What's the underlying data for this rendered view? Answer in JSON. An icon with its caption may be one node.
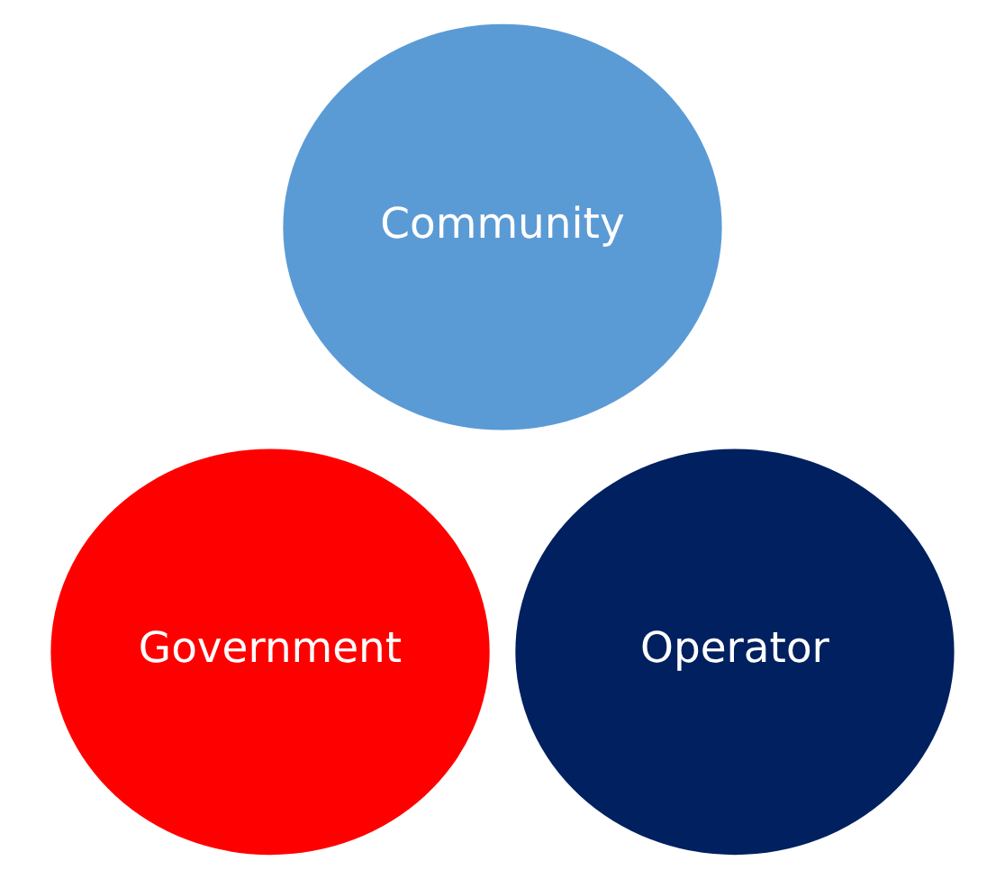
{
  "diagram": {
    "nodes": [
      {
        "text": [
          "Community"
        ]
      },
      {
        "text": [
          "Government"
        ]
      },
      {
        "text": [
          "Operator"
        ]
      }
    ]
  }
}
